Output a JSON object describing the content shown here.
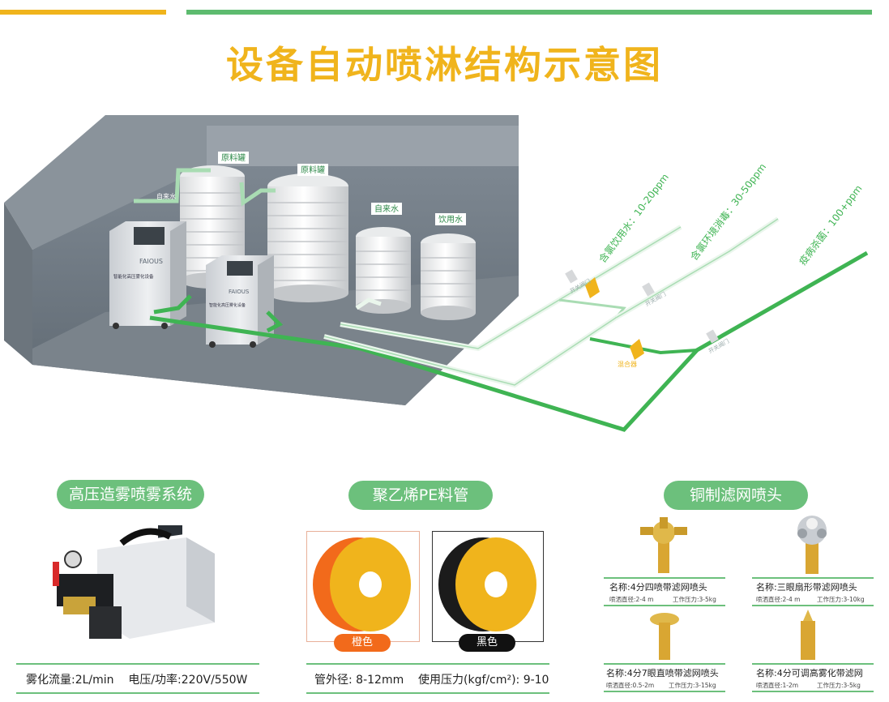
{
  "title": "设备自动喷淋结构示意图",
  "diagram": {
    "tank_labels": [
      "原料罐",
      "原料罐",
      "自来水",
      "饮用水"
    ],
    "inlet_label": "自来水",
    "machine_brand": "FAIOUS",
    "machine_title": "智能化高压雾化设备",
    "pipe_labels": [
      "含氯饮用水：10-20ppm",
      "含氯环境消毒：30-50ppm",
      "疫病杀菌：100+ppm"
    ],
    "valve_label": "开关阀门",
    "mixer_label": "混合器"
  },
  "sections": {
    "system": {
      "heading": "高压造雾喷雾系统",
      "spec": "雾化流量:2L/min    电压/功率:220V/550W"
    },
    "pipe": {
      "heading": "聚乙烯PE料管",
      "orange_label": "橙色",
      "black_label": "黑色",
      "spec": "管外径: 8-12mm    使用压力(kgf/cm²): 9-10"
    },
    "nozzle": {
      "heading": "铜制滤网喷头",
      "items": [
        {
          "name": "名称:4分四喷带滤网喷头",
          "diameter": "喷洒直径:2-4 m",
          "pressure": "工作压力:3-5kg"
        },
        {
          "name": "名称:三眼扇形带滤网喷头",
          "diameter": "喷洒直径:2-4 m",
          "pressure": "工作压力:3-10kg"
        },
        {
          "name": "名称:4分7眼直喷带滤网喷头",
          "diameter": "喷洒直径:0.5-2m",
          "pressure": "工作压力:3-15kg"
        },
        {
          "name": "名称:4分可调高雾化带滤网",
          "diameter": "喷洒直径:1-2m",
          "pressure": "工作压力:3-5kg"
        }
      ]
    }
  },
  "colors": {
    "accent": "#f0b41c",
    "green": "#5dbb6f",
    "pipe": "#3fb453"
  }
}
